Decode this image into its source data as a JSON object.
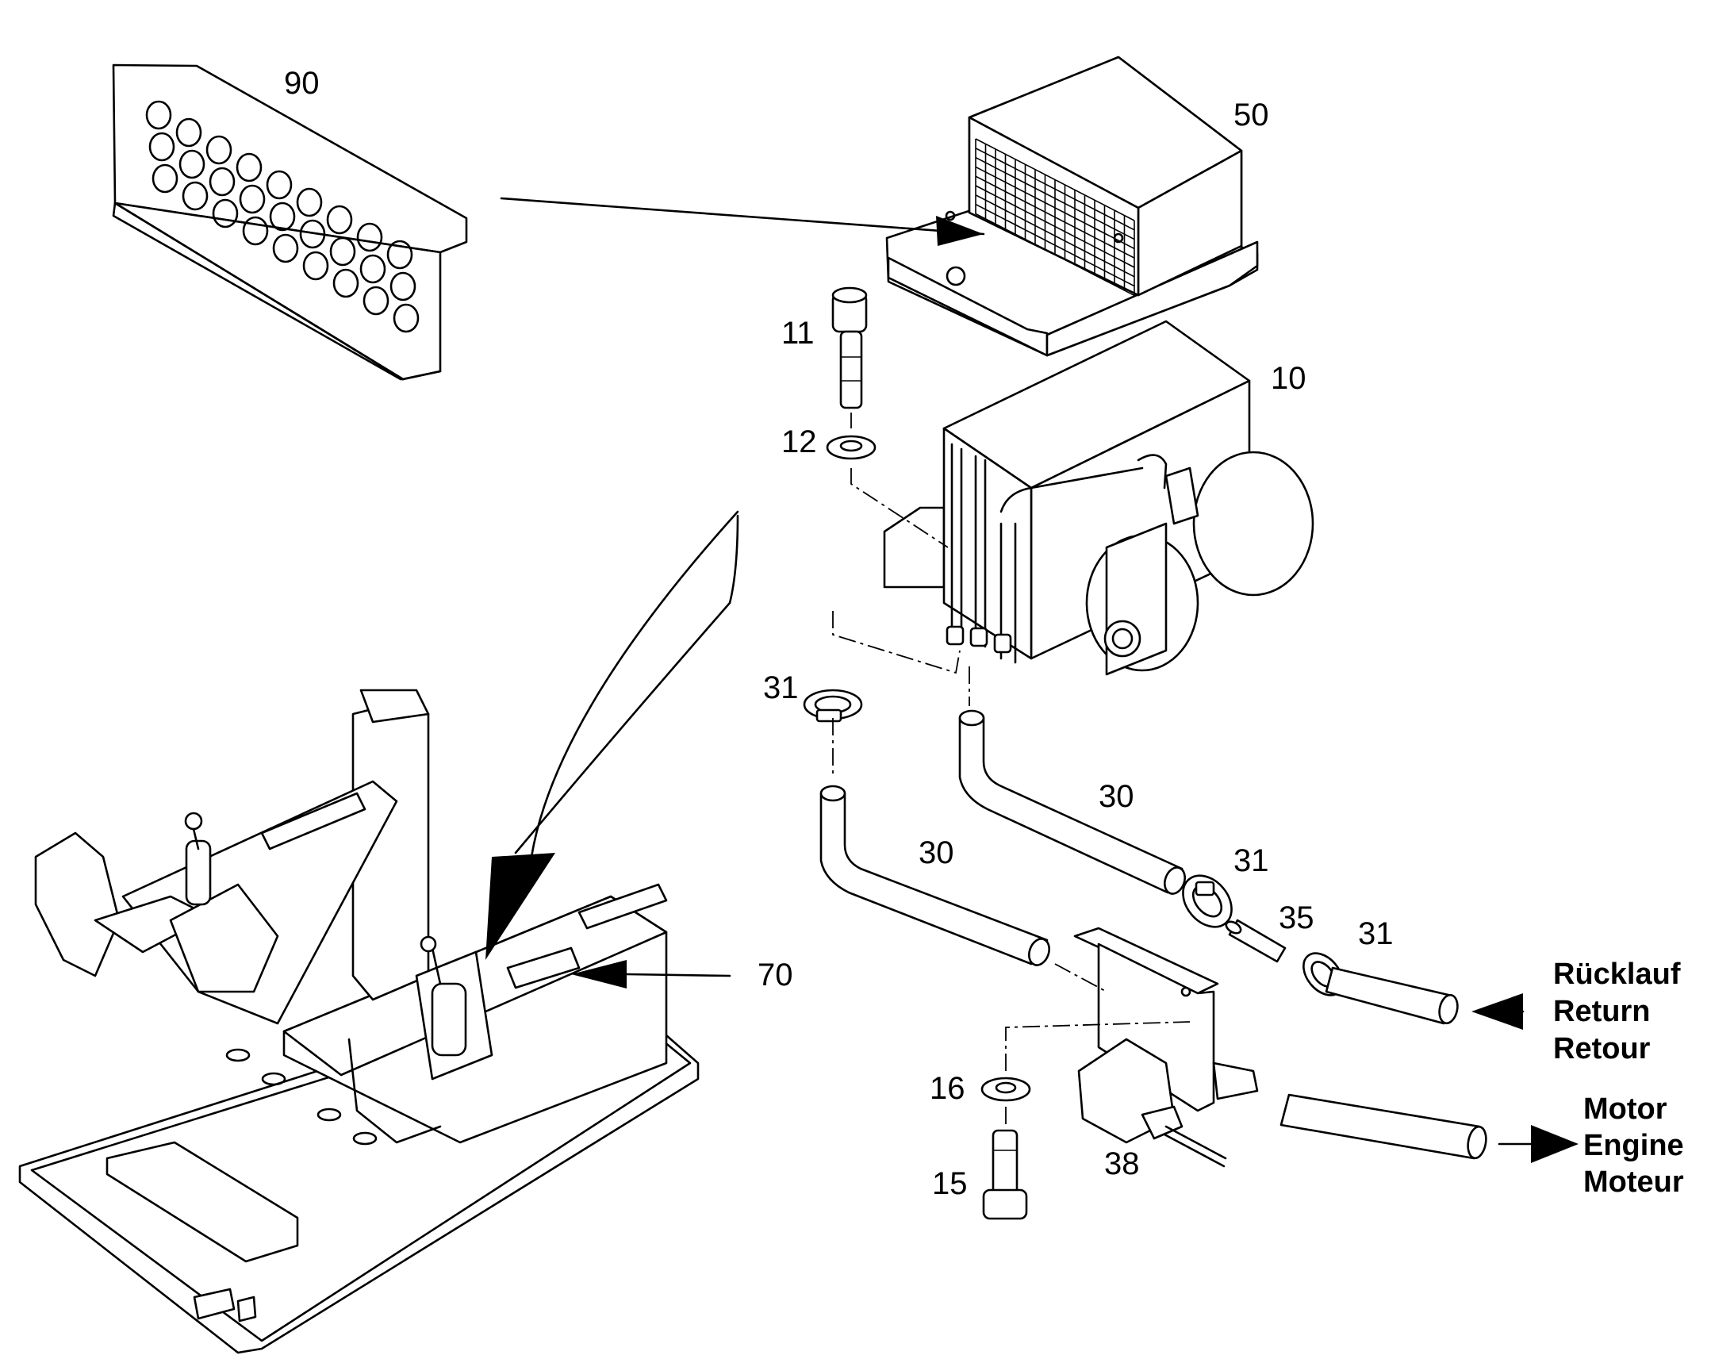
{
  "diagram": {
    "part_labels": {
      "p90": "90",
      "p50": "50",
      "p11": "11",
      "p12": "12",
      "p10": "10",
      "p31a": "31",
      "p30a": "30",
      "p30b": "30",
      "p31b": "31",
      "p35": "35",
      "p31c": "31",
      "p70": "70",
      "p16": "16",
      "p15": "15",
      "p38": "38"
    },
    "return_label": [
      "Rücklauf",
      "Return",
      "Retour"
    ],
    "engine_label": [
      "Motor",
      "Engine",
      "Moteur"
    ]
  }
}
